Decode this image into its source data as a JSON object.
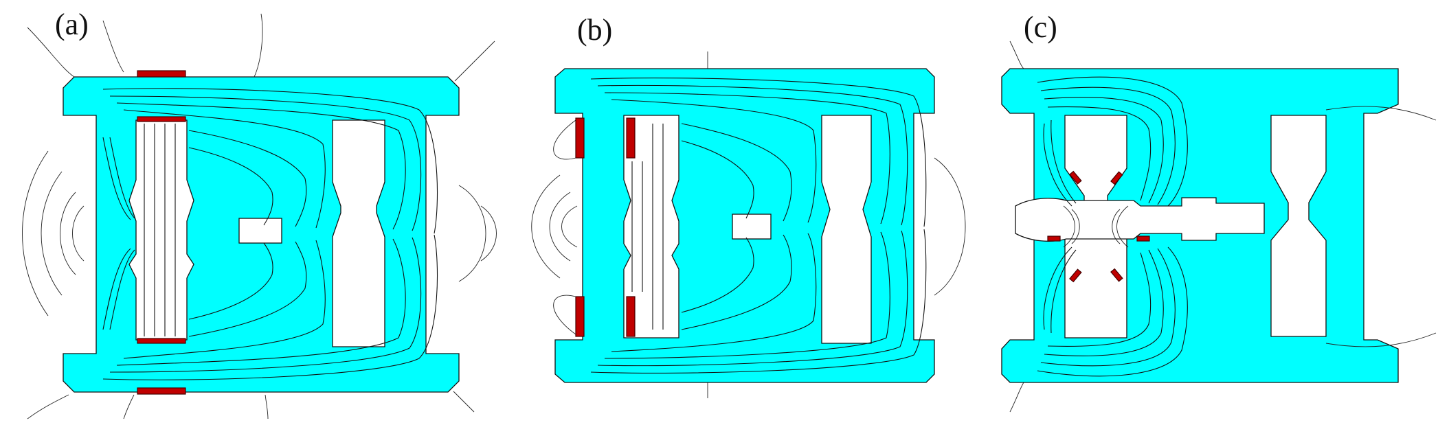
{
  "figure": {
    "panels": [
      {
        "id": "a",
        "label": "(a)"
      },
      {
        "id": "b",
        "label": "(b)"
      },
      {
        "id": "c",
        "label": "(c)"
      }
    ],
    "colors": {
      "yoke": "#00ffff",
      "coil": "#c00000",
      "flux_lines": "#111111",
      "background": "#ffffff"
    }
  }
}
